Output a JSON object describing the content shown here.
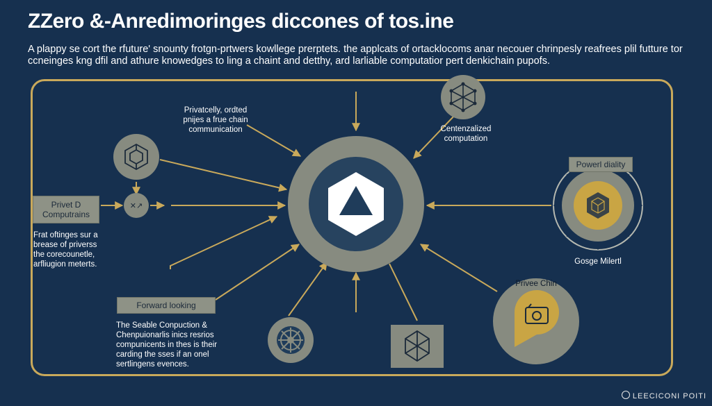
{
  "title": "ZZero &-Anredimoringes diccones of tos.ine",
  "subtitle": "A plappy se cort the rfuture' snounty frotgn-prtwers kowllege prerptets. the applcats of ortacklocoms anar necouer chrinpesly reafrees plil futture tor ccneinges kng dfil and athure knowedges to ling a chaint and detthy, ard larliable computatior pert denkichain pupofs.",
  "nodes": {
    "private_top": "Privatcelly, ordted pnijes a frue chain communication",
    "centralized": "Centenzalized computation",
    "privet_box": "Privet D Computrains",
    "left_desc": "Frat oftinges sur a brease of priverss the corecounetle, arfliugion meterts.",
    "power_box": "Powerl diality",
    "gosge": "Gosge Milertl",
    "privee_chin": "Privee Chin",
    "forward_box": "Forward looking",
    "bottom_desc": "The Seable Conpuction & Chenpuionarlis inics resrios compunicents in thes is their carding the sses if an onel sertlingens evences."
  },
  "footer": "LEECICONI POITI",
  "colors": {
    "background": "#16304f",
    "accent": "#c9a95b",
    "node_gray": "#8e9286",
    "node_navy": "#27435f",
    "line": "#c9a95b"
  }
}
